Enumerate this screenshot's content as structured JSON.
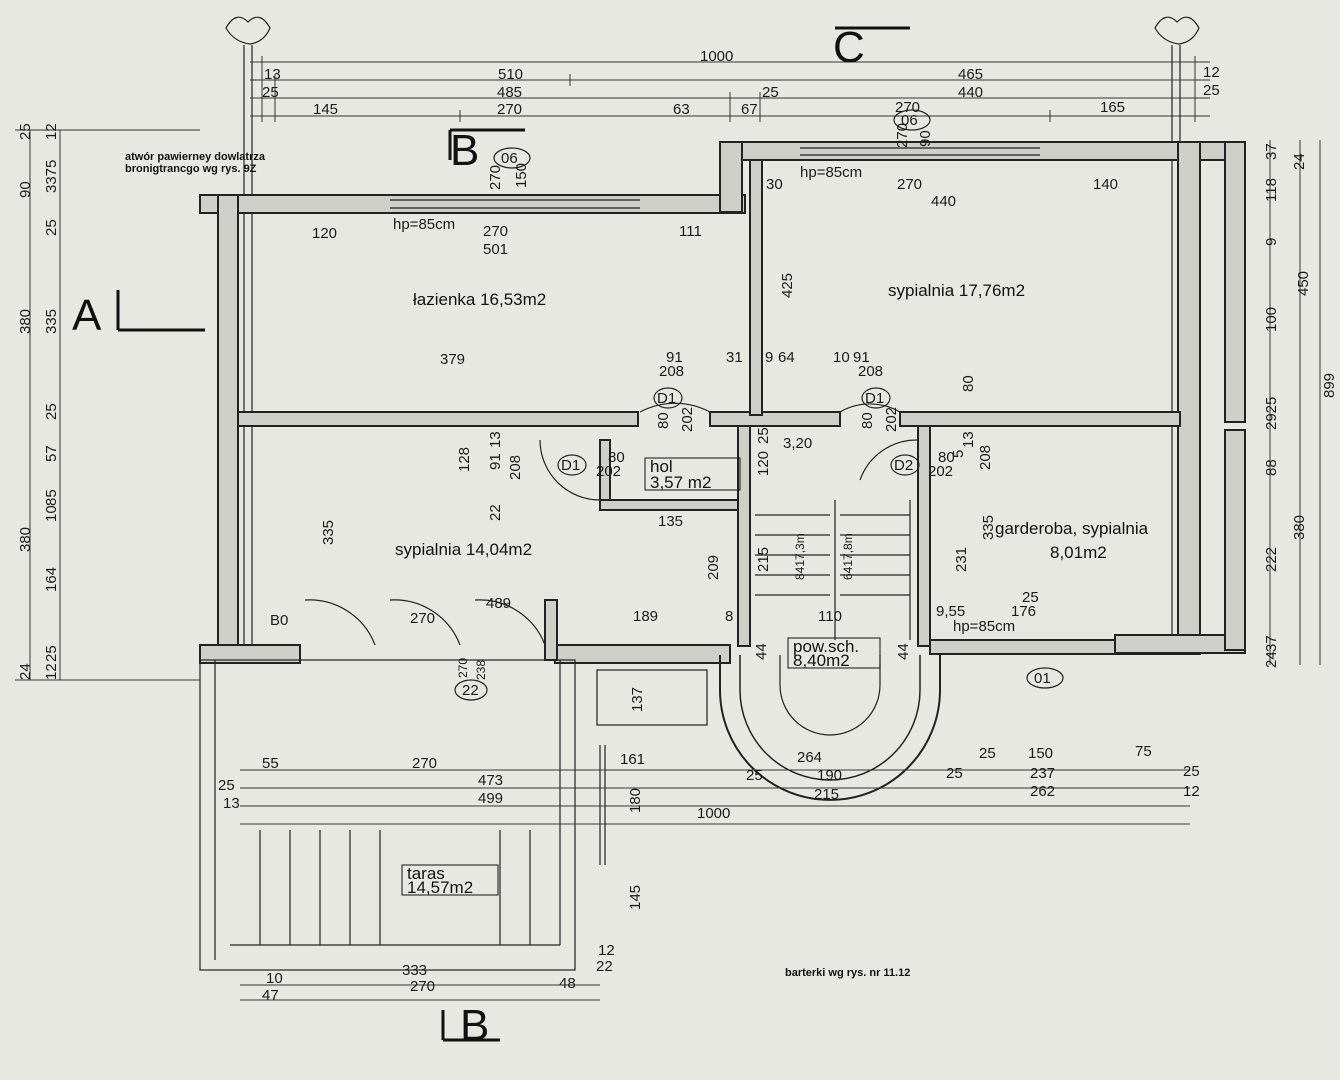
{
  "sections": {
    "a": "A",
    "b_top": "B",
    "b_bottom": "B",
    "c": "C"
  },
  "notes": {
    "chimney": "atwór pawierney dowlatrza",
    "chimney2": "bronigtrancgo wg rys. 9Z",
    "railing": "barterki wg rys. nr 11.12",
    "hp_left": "hp=85cm",
    "hp_right": "hp=85cm",
    "hp_garderoba": "hp=85cm"
  },
  "rooms": {
    "lazienka": "łazienka 16,53m2",
    "sypialnia1": "sypialnia 17,76m2",
    "sypialnia2": "sypialnia 14,04m2",
    "garderoba1": "garderoba, sypialnia",
    "garderoba2": "8,01m2",
    "hol1": "hol",
    "hol2": "3,57 m2",
    "pow1": "pow.sch.",
    "pow2": "8,40m2",
    "taras1": "taras",
    "taras2": "14,57m2"
  },
  "doors": {
    "d1a": "D1",
    "d1b": "D1",
    "d1c": "D1",
    "d2": "D2",
    "b0": "B0"
  },
  "windows": {
    "w06a": "06",
    "w06b": "06",
    "w22": "22",
    "w01": "01"
  },
  "dims_top": {
    "r1": "1000",
    "r2a": "13",
    "r2b": "510",
    "r2c": "465",
    "r2d": "12",
    "r3a": "25",
    "r3b": "485",
    "r3c": "25",
    "r3d": "440",
    "r3e": "25",
    "r4a": "145",
    "r4b": "270",
    "r4c": "63",
    "r4d": "67",
    "r4e": "270",
    "r4f": "165"
  },
  "dims_inner": {
    "a120": "120",
    "a270": "270",
    "a111": "111",
    "a501": "501",
    "b30": "30",
    "b270": "270",
    "b140": "140",
    "b440": "440",
    "c379": "379",
    "c91": "91",
    "c31": "31",
    "c9": "9",
    "c64": "64",
    "c10": "10",
    "c91b": "91",
    "c208a": "208",
    "c208b": "208",
    "c425": "425",
    "c80": "80",
    "d80a": "80",
    "d202a": "202",
    "d80b": "80",
    "d202b": "202",
    "d25": "25",
    "d120": "120",
    "d320": "3,20",
    "d80c": "80",
    "d202c": "202",
    "d80d": "80",
    "d202d": "202",
    "d5": "5",
    "d13": "13",
    "d208": "208",
    "e128": "128",
    "e91": "91",
    "e13": "13",
    "e208": "208",
    "e22": "22",
    "e135": "135",
    "e335": "335",
    "e209": "209",
    "e215": "215",
    "e8417": "8417,3m",
    "e6417": "6417,8m",
    "e231": "231",
    "e335b": "335",
    "f270": "270",
    "f489": "489",
    "f189": "189",
    "f8": "8",
    "f110": "110",
    "f955": "9,55",
    "f176": "176",
    "f25": "25",
    "g44a": "44",
    "g44b": "44",
    "g270": "270",
    "g238": "238",
    "g137": "137",
    "w270a": "270",
    "w150a": "150",
    "w270b": "270",
    "w150b": "90"
  },
  "dims_left": {
    "l25": "25",
    "l90": "90",
    "l12": "12",
    "l3375": "3375",
    "l25b": "25",
    "l380": "380",
    "l335": "335",
    "l25c": "25",
    "l57": "57",
    "l85": "85",
    "l10": "10",
    "l380b": "380",
    "l164": "164",
    "l25d": "25",
    "l12b": "12",
    "l24": "24"
  },
  "dims_right": {
    "r37": "37",
    "r24": "24",
    "r118": "118",
    "r9": "9",
    "r450": "450",
    "r100": "100",
    "r2925": "2925",
    "r88": "88",
    "r380": "380",
    "r222": "222",
    "r37b": "37",
    "r24b": "24",
    "r899": "899"
  },
  "dims_bottom": {
    "b55": "55",
    "b270": "270",
    "b161": "161",
    "b264": "264",
    "b25": "25",
    "b150": "150",
    "b75": "75",
    "b25b": "25",
    "b473": "473",
    "b25c": "25",
    "b190": "190",
    "b25d": "25",
    "b237": "237",
    "b25e": "25",
    "b13": "13",
    "b499": "499",
    "b180": "180",
    "b215": "215",
    "b262": "262",
    "b12": "12",
    "b1000": "1000",
    "b145": "145",
    "b12b": "12",
    "b22": "22",
    "c10": "10",
    "c333": "333",
    "c47": "47",
    "c270": "270",
    "c48": "48"
  }
}
